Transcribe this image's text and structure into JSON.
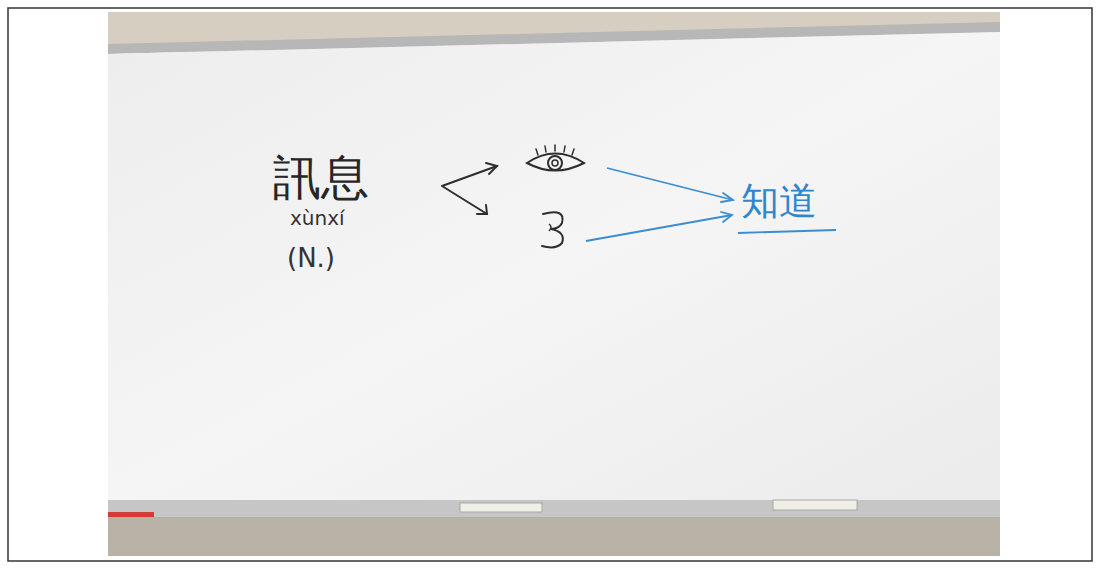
{
  "diagram": {
    "labels": [
      "訊息",
      "xùnxí",
      "(N.)",
      "知道"
    ]
  }
}
